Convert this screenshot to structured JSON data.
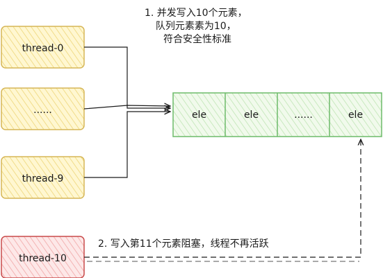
{
  "threads": [
    {
      "label": "thread-0"
    },
    {
      "label": "......"
    },
    {
      "label": "thread-9"
    },
    {
      "label": "thread-10"
    }
  ],
  "queue": {
    "cells": [
      "ele",
      "ele",
      "......",
      "ele"
    ]
  },
  "notes": {
    "note1": [
      "1. 并发写入10个元素，",
      "队列元素素为10，",
      "符合安全性标准"
    ],
    "note2": "2. 写入第11个元素阻塞，线程不再活跃"
  },
  "colors": {
    "thread_fill": "#fff4c4",
    "thread_stroke": "#d6b656",
    "blocked_fill": "#fde3e3",
    "blocked_stroke": "#c94a4a",
    "queue_fill": "#ecf8e6",
    "queue_stroke": "#6dbb6a",
    "edge": "#1a1a1a"
  }
}
